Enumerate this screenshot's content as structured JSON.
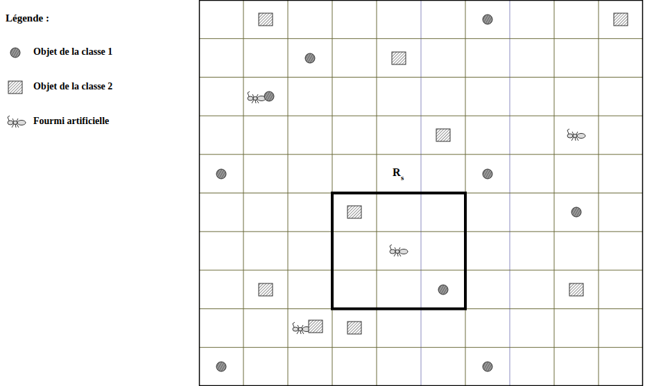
{
  "diagram": {
    "labels": [
      "Légende :",
      "R",
      "s"
    ],
    "legend": [
      {
        "text": "Objet de la classe 1"
      },
      {
        "text": "Objet de la classe 2"
      },
      {
        "text": "Fourmi artificielle"
      }
    ]
  }
}
